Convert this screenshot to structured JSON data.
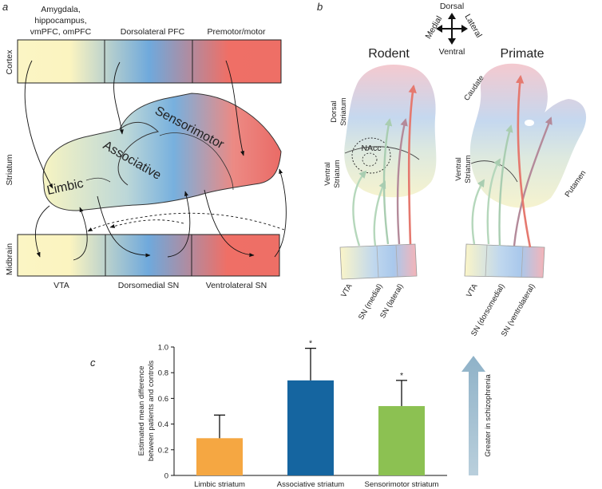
{
  "panel_a": {
    "letter": "a",
    "cortex_label": "Cortex",
    "striatum_label": "Striatum",
    "midbrain_label": "Midbrain",
    "cortex_regions": [
      "Amygdala,",
      "hippocampus,",
      "vmPFC, omPFC",
      "Dorsolateral PFC",
      "Premotor/motor"
    ],
    "striatal_regions": {
      "limbic": "Limbic",
      "associative": "Associative",
      "sensorimotor": "Sensorimotor"
    },
    "midbrain_regions": [
      "VTA",
      "Dorsomedial SN",
      "Ventrolateral SN"
    ]
  },
  "panel_b": {
    "letter": "b",
    "compass": {
      "dorsal": "Dorsal",
      "ventral": "Ventral",
      "medial": "Medial",
      "lateral": "Lateral"
    },
    "rodent": {
      "title": "Rodent",
      "dorsal_striatum": [
        "Dorsal",
        "Striatum"
      ],
      "ventral_striatum": [
        "Ventral",
        "Striatum"
      ],
      "nacc": "NAcc",
      "midbrain": [
        "VTA",
        "SN (medial)",
        "SN (lateral)"
      ]
    },
    "primate": {
      "title": "Primate",
      "caudate": "Caudate",
      "putamen": "Putamen",
      "ventral_striatum": [
        "Ventral",
        "Striatum"
      ],
      "midbrain": [
        "VTA",
        "SN (dorsomedial)",
        "SN (ventrolateral)"
      ]
    }
  },
  "panel_c": {
    "letter": "c",
    "arrow_label": "Greater in schizophrenia"
  },
  "chart_data": {
    "type": "bar",
    "categories": [
      "Limbic striatum",
      "Associative striatum",
      "Sensorimotor striatum"
    ],
    "values": [
      0.29,
      0.74,
      0.54
    ],
    "errors": [
      0.18,
      0.25,
      0.2
    ],
    "significant": [
      false,
      true,
      true
    ],
    "significance_marker": "*",
    "colors": [
      "#f5a742",
      "#1565a0",
      "#8cc152"
    ],
    "ylabel": [
      "Estimated mean difference",
      "between patients and controls"
    ],
    "ylim": [
      0,
      1.0
    ],
    "yticks": [
      "0",
      "0.2",
      "0.4",
      "0.6",
      "0.8",
      "1.0"
    ],
    "grid": false
  }
}
